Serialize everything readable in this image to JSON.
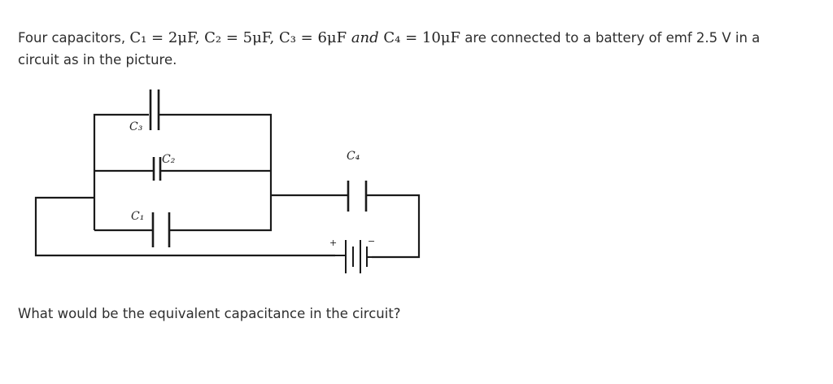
{
  "problem": {
    "intro": "Four capacitors, ",
    "math_c1": "C₁ = 2μF, ",
    "math_c2": "C₂ = 5μF, ",
    "math_c3": "C₃ = 6μF ",
    "math_and": "and ",
    "math_c4": "C₄ = 10μF",
    "after_math": " are connected to a battery of emf 2.5 V in a",
    "line2": "circuit as in the picture."
  },
  "circuit": {
    "labels": {
      "c1": "C₁",
      "c2": "C₂",
      "c3": "C₃",
      "c4": "C₄"
    },
    "battery_plus": "+",
    "battery_minus": "−"
  },
  "question": "What would be the equivalent capacitance in the circuit?"
}
